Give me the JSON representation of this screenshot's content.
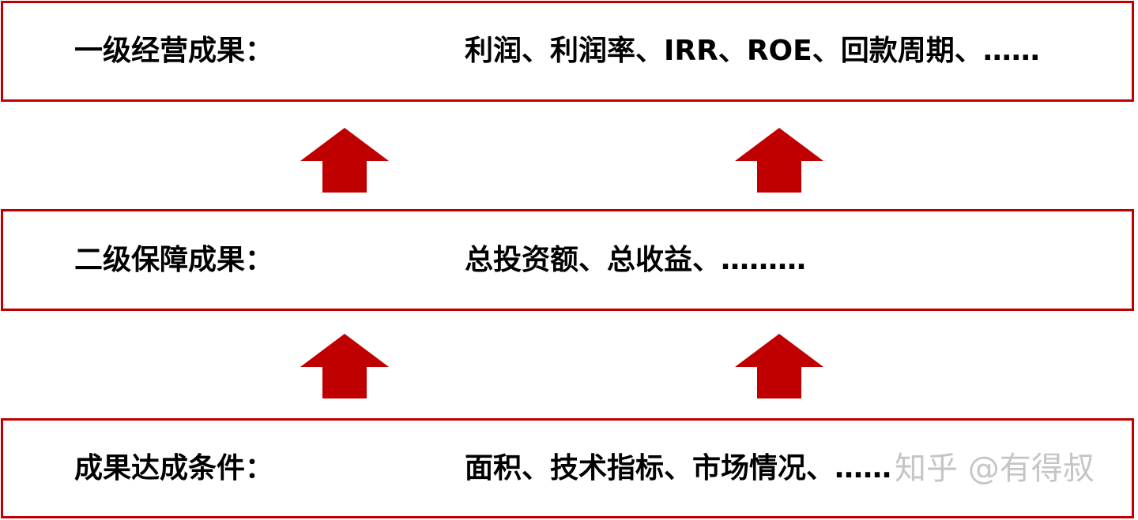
{
  "tiers": [
    {
      "label": "一级经营成果：",
      "items": "利润、利润率、IRR、ROE、回款周期、……"
    },
    {
      "label": "二级保障成果：",
      "items": "总投资额、总收益、………"
    },
    {
      "label": "成果达成条件：",
      "items": "面积、技术指标、市场情况、……"
    }
  ],
  "watermark": "知乎 @有得叔",
  "colors": {
    "accent": "#c00000"
  }
}
